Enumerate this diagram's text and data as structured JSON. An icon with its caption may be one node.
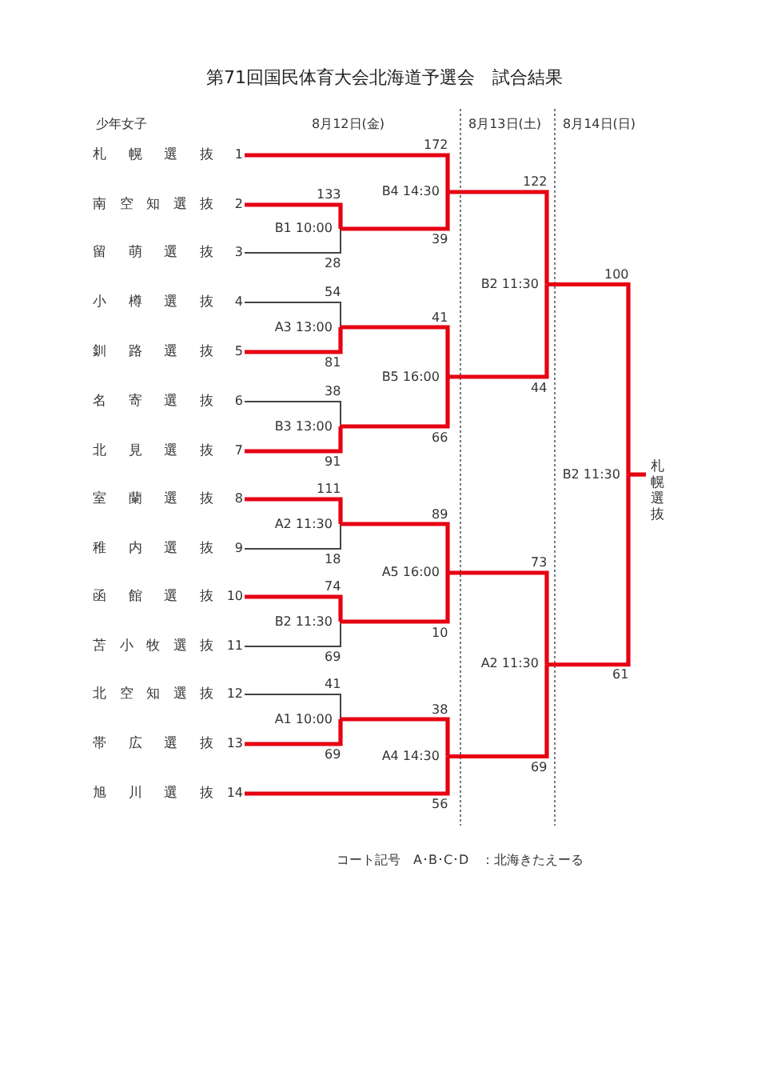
{
  "diagram": {
    "title": "第71回国民体育大会北海道予選会　試合結果",
    "nodes": [
      {
        "text": [
          "札幌選抜",
          "1"
        ]
      },
      {
        "text": [
          "南空知選抜",
          "2"
        ]
      },
      {
        "text": [
          "留萌選抜",
          "3"
        ]
      },
      {
        "text": [
          "小樽選抜",
          "4"
        ]
      },
      {
        "text": [
          "釧路選抜",
          "5"
        ]
      },
      {
        "text": [
          "名寄選抜",
          "6"
        ]
      },
      {
        "text": [
          "北見選抜",
          "7"
        ]
      },
      {
        "text": [
          "室蘭選抜",
          "8"
        ]
      },
      {
        "text": [
          "稚内選抜",
          "9"
        ]
      },
      {
        "text": [
          "函館選抜",
          "10"
        ]
      },
      {
        "text": [
          "苫小牧選抜",
          "11"
        ]
      },
      {
        "text": [
          "北空知選抜",
          "12"
        ]
      },
      {
        "text": [
          "帯広選抜",
          "13"
        ]
      },
      {
        "text": [
          "旭川選抜",
          "14"
        ]
      },
      {
        "text": [
          "B1 10:00"
        ]
      },
      {
        "text": [
          "A3 13:00"
        ]
      },
      {
        "text": [
          "B3 13:00"
        ]
      },
      {
        "text": [
          "A2 11:30"
        ]
      },
      {
        "text": [
          "B2 11:30"
        ]
      },
      {
        "text": [
          "A1 10:00"
        ]
      },
      {
        "text": [
          "B4 14:30"
        ]
      },
      {
        "text": [
          "B5 16:00"
        ]
      },
      {
        "text": [
          "A5 16:00"
        ]
      },
      {
        "text": [
          "A4 14:30"
        ]
      },
      {
        "text": [
          "B2 11:30"
        ]
      },
      {
        "text": [
          "A2 11:30"
        ]
      },
      {
        "text": [
          "B2 11:30"
        ]
      },
      {
        "text": [
          "札幌選抜"
        ]
      }
    ],
    "edges": [
      {
        "from": 1,
        "to": 14,
        "arrow": "none",
        "label": "133"
      },
      {
        "from": 2,
        "to": 14,
        "arrow": "none",
        "label": "28",
        "color": "#444444"
      },
      {
        "from": 3,
        "to": 15,
        "arrow": "none",
        "label": "54",
        "color": "#444444"
      },
      {
        "from": 4,
        "to": 15,
        "arrow": "none",
        "label": "81"
      },
      {
        "from": 5,
        "to": 16,
        "arrow": "none",
        "label": "38",
        "color": "#444444"
      },
      {
        "from": 6,
        "to": 16,
        "arrow": "none",
        "label": "91"
      },
      {
        "from": 7,
        "to": 17,
        "arrow": "none",
        "label": "111"
      },
      {
        "from": 8,
        "to": 17,
        "arrow": "none",
        "label": "18",
        "color": "#444444"
      },
      {
        "from": 9,
        "to": 18,
        "arrow": "none",
        "label": "74"
      },
      {
        "from": 10,
        "to": 18,
        "arrow": "none",
        "label": "69",
        "color": "#444444"
      },
      {
        "from": 11,
        "to": 19,
        "arrow": "none",
        "label": "41",
        "color": "#444444"
      },
      {
        "from": 12,
        "to": 19,
        "arrow": "none",
        "label": "69"
      },
      {
        "from": 0,
        "to": 20,
        "arrow": "none",
        "label": "172"
      },
      {
        "from": 14,
        "to": 20,
        "arrow": "none",
        "label": "39"
      },
      {
        "from": 15,
        "to": 21,
        "arrow": "none",
        "label": "41"
      },
      {
        "from": 16,
        "to": 21,
        "arrow": "none",
        "label": "66"
      },
      {
        "from": 17,
        "to": 22,
        "arrow": "none",
        "label": "89"
      },
      {
        "from": 18,
        "to": 22,
        "arrow": "none",
        "label": "10"
      },
      {
        "from": 19,
        "to": 23,
        "arrow": "none",
        "label": "38"
      },
      {
        "from": 13,
        "to": 23,
        "arrow": "none",
        "label": "56"
      },
      {
        "from": 20,
        "to": 24,
        "arrow": "none",
        "label": "122"
      },
      {
        "from": 21,
        "to": 24,
        "arrow": "none",
        "label": "44"
      },
      {
        "from": 22,
        "to": 25,
        "arrow": "none",
        "label": "73"
      },
      {
        "from": 23,
        "to": 25,
        "arrow": "none",
        "label": "69"
      },
      {
        "from": 24,
        "to": 26,
        "arrow": "none",
        "label": "100"
      },
      {
        "from": 25,
        "to": 26,
        "arrow": "none",
        "label": "61"
      },
      {
        "from": 26,
        "to": 27,
        "arrow": "none"
      }
    ],
    "labels": [
      "少年女子",
      "8月12日(金)",
      "8月13日(土)",
      "8月14日(日)",
      "コート記号　A･B･C･D　：北海きたえーる"
    ]
  }
}
